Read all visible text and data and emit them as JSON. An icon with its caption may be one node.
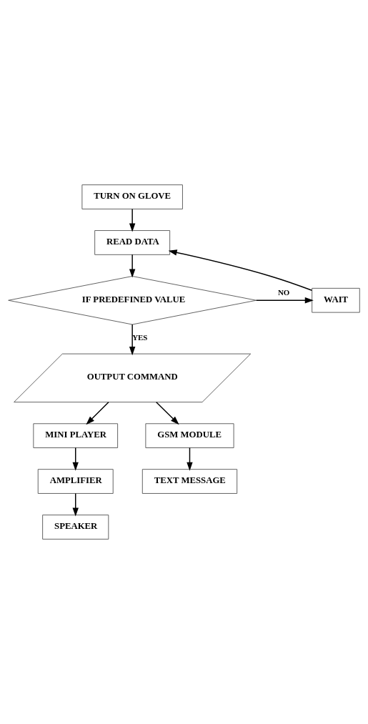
{
  "diagram": {
    "nodes": [
      {
        "text": [
          "TURN ON GLOVE"
        ]
      },
      {
        "text": [
          "READ DATA"
        ]
      },
      {
        "text": [
          "IF PREDEFINED VALUE"
        ]
      },
      {
        "text": [
          "WAIT"
        ]
      },
      {
        "text": [
          "OUTPUT COMMAND"
        ]
      },
      {
        "text": [
          "MINI PLAYER"
        ]
      },
      {
        "text": [
          "GSM MODULE"
        ]
      },
      {
        "text": [
          "AMPLIFIER"
        ]
      },
      {
        "text": [
          "TEXT MESSAGE"
        ]
      },
      {
        "text": [
          "SPEAKER"
        ]
      }
    ],
    "edges": [
      {
        "from": 0,
        "to": 1,
        "arrow": "to"
      },
      {
        "from": 1,
        "to": 2,
        "arrow": "to"
      },
      {
        "from": 2,
        "to": 3,
        "arrow": "to",
        "label": "NO"
      },
      {
        "from": 3,
        "to": 1,
        "arrow": "to"
      },
      {
        "from": 2,
        "to": 4,
        "arrow": "to",
        "label": "YES"
      },
      {
        "from": 4,
        "to": 5,
        "arrow": "to"
      },
      {
        "from": 4,
        "to": 6,
        "arrow": "to"
      },
      {
        "from": 5,
        "to": 7,
        "arrow": "to"
      },
      {
        "from": 6,
        "to": 8,
        "arrow": "to"
      },
      {
        "from": 7,
        "to": 9,
        "arrow": "to"
      }
    ]
  }
}
